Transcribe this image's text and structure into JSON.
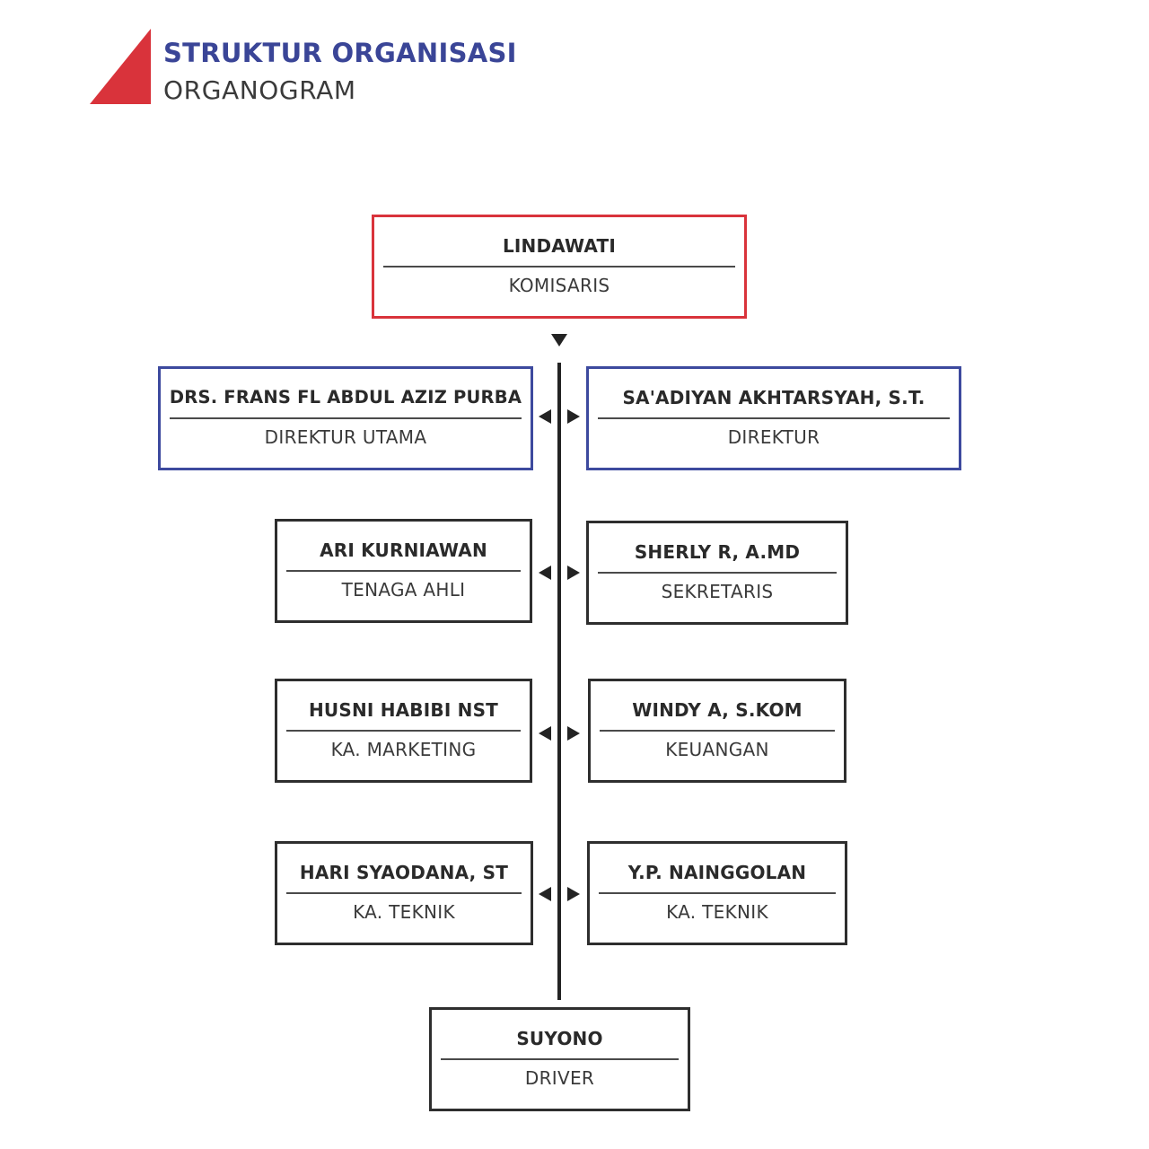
{
  "header": {
    "title": "STRUKTUR ORGANISASI",
    "subtitle": "ORGANOGRAM"
  },
  "colors": {
    "accent_red": "#d9333b",
    "accent_blue": "#3d4a9e",
    "title_blue": "#3a4597"
  },
  "nodes": {
    "komisaris": {
      "name": "LINDAWATI",
      "role": "KOMISARIS"
    },
    "direktur_utama": {
      "name": "DRS. FRANS FL ABDUL AZIZ PURBA",
      "role": "DIREKTUR UTAMA"
    },
    "direktur": {
      "name": "SA'ADIYAN AKHTARSYAH, S.T.",
      "role": "DIREKTUR"
    },
    "tenaga_ahli": {
      "name": "ARI KURNIAWAN",
      "role": "TENAGA AHLI"
    },
    "sekretaris": {
      "name": "SHERLY R, A.MD",
      "role": "SEKRETARIS"
    },
    "marketing": {
      "name": "HUSNI HABIBI NST",
      "role": "KA. MARKETING"
    },
    "keuangan": {
      "name": "WINDY A, S.KOM",
      "role": "KEUANGAN"
    },
    "teknik_1": {
      "name": "HARI SYAODANA, ST",
      "role": "KA. TEKNIK"
    },
    "teknik_2": {
      "name": "Y.P. NAINGGOLAN",
      "role": "KA. TEKNIK"
    },
    "driver": {
      "name": "SUYONO",
      "role": "DRIVER"
    }
  }
}
